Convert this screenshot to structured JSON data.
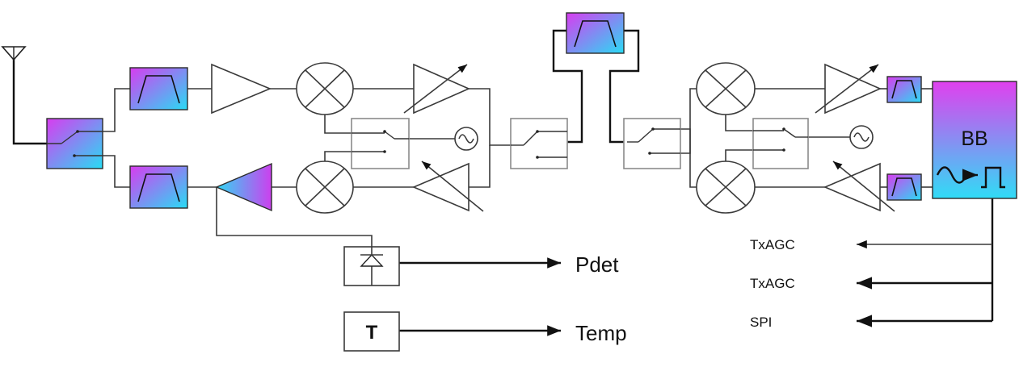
{
  "labels": {
    "baseband": "BB",
    "temp_box": "T",
    "pdet": "Pdet",
    "temp": "Temp",
    "txagc_1": "TxAGC",
    "txagc_2": "TxAGC",
    "spi": "SPI"
  },
  "colors": {
    "gradient_magenta": "#d83cf0",
    "gradient_cyan": "#28dcf4",
    "line": "#3a3a3a",
    "switch_border": "#8a8a8a"
  },
  "icons": {
    "antenna": "antenna-icon",
    "filter": "bandpass-filter-icon",
    "amplifier": "amplifier-triangle-icon",
    "variable_gain_amp": "variable-gain-amplifier-icon",
    "mixer": "mixer-icon",
    "oscillator": "oscillator-icon",
    "switch": "rf-switch-icon",
    "detector": "power-detector-diode-icon",
    "adc": "baseband-waveform-icon"
  }
}
